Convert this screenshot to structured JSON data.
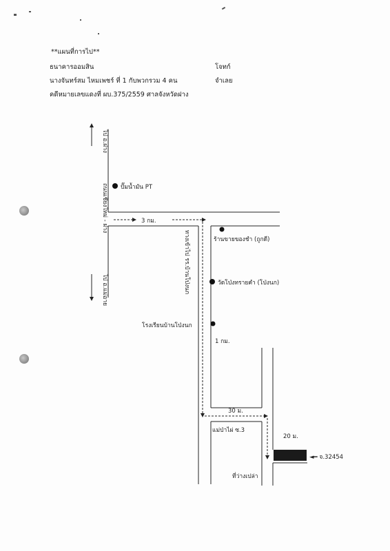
{
  "header": {
    "title": "**แผนที่การไป**",
    "line1_left": "ธนาคารออมสิน",
    "line1_right": "โจทก์",
    "line2_left": "นางจันทร์สม  ไหมเพชร์  ที่ 1 กับพวกรวม 4 คน",
    "line2_right": "จำเลย",
    "line3": "คดีหมายเลขแดงที่ ผบ.375/2559  ศาลจังหวัดฝาง"
  },
  "map": {
    "to_fang": "ไป อ.ฝาง",
    "road_name": "ถนนเชียงใหม่ - ฝาง",
    "to_mae_ai": "ไป อ.แม่อาย",
    "gas_station": "ปั๊มน้ำมัน PT",
    "dist_3km": "3 กม.",
    "side_road": "ทางเข้าไป รร.บ้านโป่งนก",
    "shop": "ร้านขายของชำ (ถูกดี)",
    "temple": "วัดโป่งทรายคำ (โป่งนก)",
    "school": "โรงเรียนบ้านโป่งนก",
    "dist_1km": "1 กม.",
    "dist_30m": "30 ม.",
    "alley": "แม่ป่าไผ่ ซ.3",
    "dist_20m": "20 ม.",
    "deed": "◄━ จ.32454",
    "vacant_land": "ที่ว่างเปล่า"
  }
}
